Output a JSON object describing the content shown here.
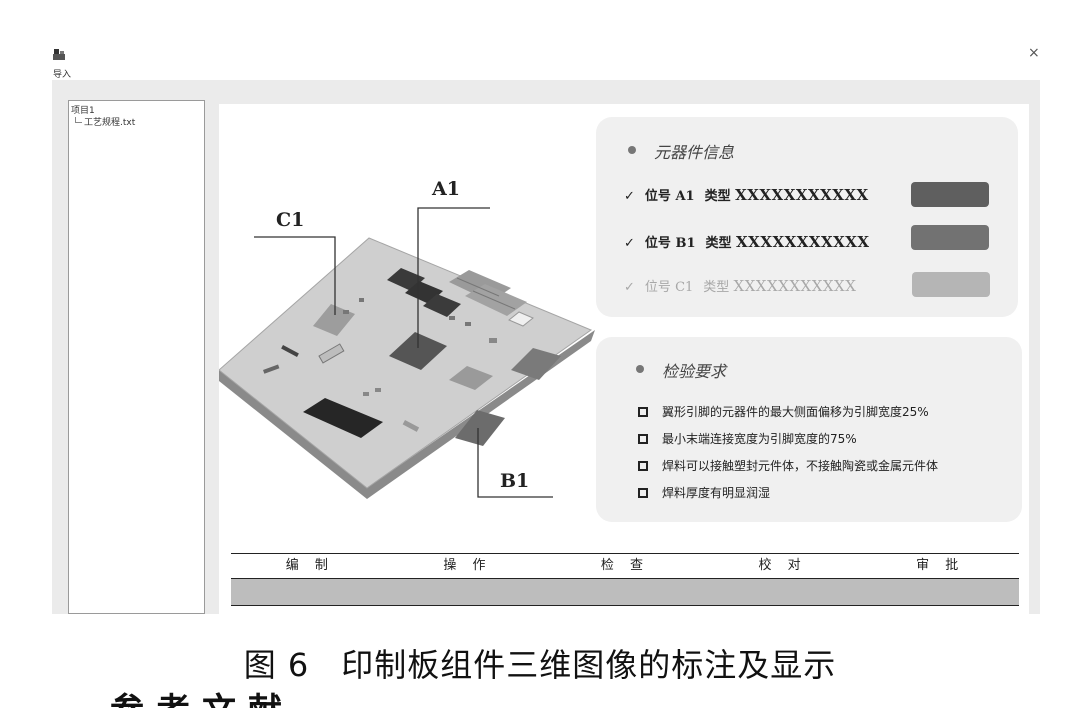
{
  "toolbar": {
    "import_label": "导入",
    "import_icon": "import-icon",
    "close_symbol": "×"
  },
  "tree": {
    "root": "项目1",
    "child": "工艺规程.txt"
  },
  "callouts": {
    "a1": "A1",
    "b1": "B1",
    "c1": "C1"
  },
  "component_info": {
    "title": "元器件信息",
    "rows": [
      {
        "check": "✓",
        "pos_label": "位号",
        "ref": "A1",
        "type_label": "类型",
        "code": "XXXXXXXXXXX",
        "color": "#5f5f5f"
      },
      {
        "check": "✓",
        "pos_label": "位号",
        "ref": "B1",
        "type_label": "类型",
        "code": "XXXXXXXXXXX",
        "color": "#727272"
      },
      {
        "check": "✓",
        "pos_label": "位号",
        "ref": "C1",
        "type_label": "类型",
        "code": "XXXXXXXXXXX",
        "color": "#b5b5b5"
      }
    ]
  },
  "inspection": {
    "title": "检验要求",
    "items": [
      "翼形引脚的元器件的最大侧面偏移为引脚宽度25%",
      "最小末端连接宽度为引脚宽度的75%",
      "焊料可以接触塑封元件体，不接触陶瓷或金属元件体",
      "焊料厚度有明显润湿"
    ]
  },
  "sign_table": {
    "headers": [
      "编 制",
      "操 作",
      "检 查",
      "校 对",
      "审 批"
    ]
  },
  "caption": {
    "number": "图 6",
    "text": "印制板组件三维图像的标注及显示"
  },
  "cut_text": "参考文献"
}
